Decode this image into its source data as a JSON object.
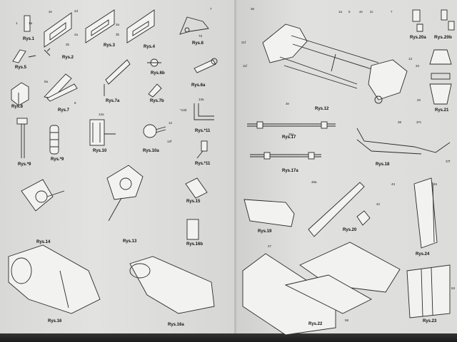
{
  "figures": [
    "Rys.1",
    "Rys.2",
    "Rys.3",
    "Rys.4",
    "Rys.5",
    "Rys.6",
    "Rys.6a",
    "Rys.6b",
    "Rys.7",
    "Rys.7a",
    "Rys.7b",
    "Rys.8",
    "Rys.*9",
    "Rys.*9",
    "Rys.10",
    "Rys.10a",
    "Rys.*11",
    "Rys.*11",
    "Rys.12",
    "Rys.13",
    "Rys.14",
    "Rys.15",
    "Rys.16",
    "Rys.16a",
    "Rys.16b",
    "Rys.17",
    "Rys.17a",
    "Rys.18",
    "Rys.19",
    "Rys.20",
    "Rys.20a",
    "Rys.20b",
    "Rys.21",
    "Rys.22",
    "Rys.23",
    "Rys.24"
  ],
  "callouts": [
    "3e",
    "2d",
    "2a",
    "2b",
    "3a",
    "3b",
    "1",
    "1a",
    "7",
    "7d",
    "8",
    "8a",
    "12a",
    "12",
    "12f",
    "13a",
    "*13d",
    "36",
    "21f",
    "11f",
    "3e",
    "1a",
    "5",
    "4e",
    "7",
    "2c",
    "13",
    "33",
    "20",
    "35a",
    "38",
    "37c",
    "37f",
    "43",
    "45",
    "48a",
    "42",
    "47",
    "58",
    "63"
  ]
}
